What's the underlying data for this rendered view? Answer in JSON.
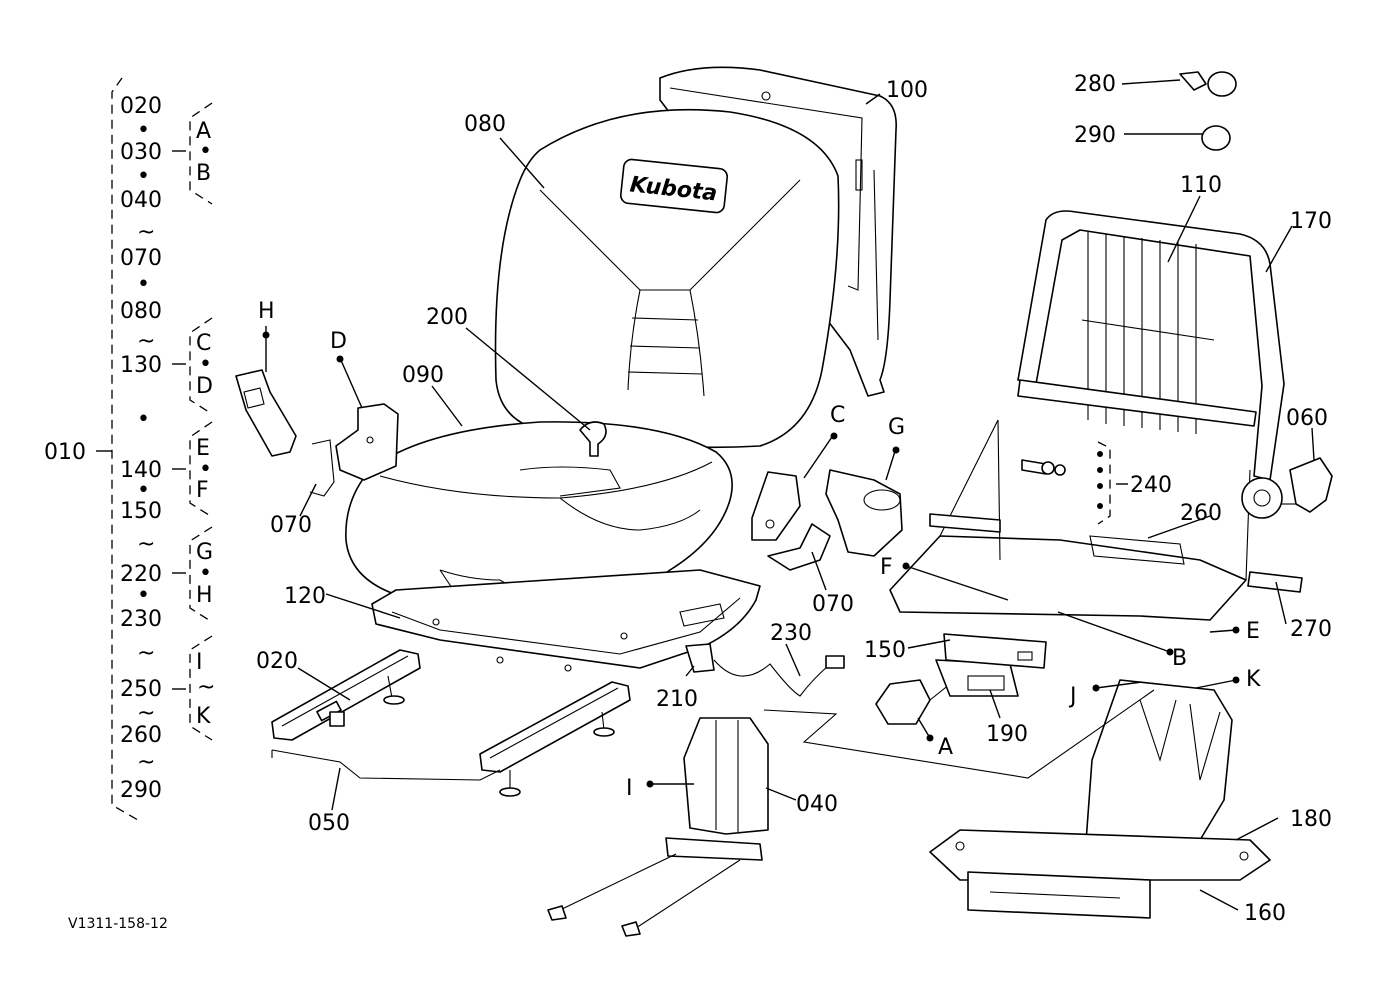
{
  "index_column": {
    "root": "010",
    "entries": [
      "020",
      "030",
      "040",
      "070",
      "080",
      "130",
      "140",
      "150",
      "220",
      "230",
      "250",
      "260",
      "290"
    ],
    "separators": [
      "•",
      "•",
      "~",
      "•",
      "~",
      "•",
      "•",
      "~",
      "•",
      "~",
      "~",
      "~"
    ],
    "groups": [
      {
        "top": "A",
        "sep": "•",
        "bottom": "B"
      },
      {
        "top": "C",
        "sep": "•",
        "bottom": "D"
      },
      {
        "top": "E",
        "sep": "•",
        "bottom": "F"
      },
      {
        "top": "G",
        "sep": "•",
        "bottom": "H"
      },
      {
        "top": "I",
        "sep": "~",
        "bottom": "K"
      }
    ]
  },
  "callouts": {
    "c100": "100",
    "c080": "080",
    "c280": "280",
    "c290": "290",
    "c110": "110",
    "c170": "170",
    "c200": "200",
    "c090": "090",
    "c060": "060",
    "c240": "240",
    "c260": "260",
    "c070a": "070",
    "c070b": "070",
    "c120": "120",
    "c020": "020",
    "c230": "230",
    "c210": "210",
    "c150": "150",
    "c270": "270",
    "c190": "190",
    "c040": "040",
    "c050": "050",
    "c180": "180",
    "c160": "160"
  },
  "letters": {
    "H": "H",
    "D": "D",
    "C": "C",
    "G": "G",
    "F": "F",
    "B": "B",
    "E": "E",
    "J": "J",
    "K": "K",
    "A": "A",
    "I": "I"
  },
  "brand_text": "Kubota",
  "figure_code": "V1311-158-12"
}
